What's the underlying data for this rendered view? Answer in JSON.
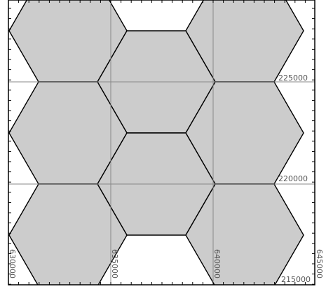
{
  "map": {
    "fill_color": "#cccccc",
    "edge_color": "#000000",
    "grid_color": "#888888",
    "background": "#ffffff",
    "x_tick_labels": [
      "630000",
      "635000",
      "640000",
      "645000"
    ],
    "y_tick_labels": [
      "225000",
      "220000",
      "215000"
    ],
    "hexagon_count": 8
  }
}
